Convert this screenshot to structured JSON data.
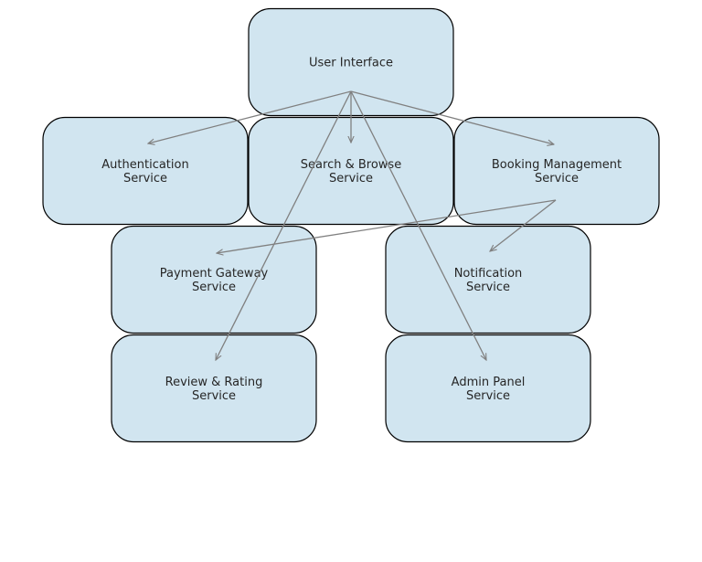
{
  "diagram": {
    "colors": {
      "node_fill": "#d1e5f0",
      "node_border": "#000000",
      "arrow": "#808080",
      "text": "#262626"
    },
    "nodes": [
      {
        "id": "ui",
        "lines": [
          "User Interface"
        ]
      },
      {
        "id": "auth",
        "lines": [
          "Authentication",
          "Service"
        ]
      },
      {
        "id": "search",
        "lines": [
          "Search & Browse",
          "Service"
        ]
      },
      {
        "id": "booking",
        "lines": [
          "Booking Management",
          "Service"
        ]
      },
      {
        "id": "payment",
        "lines": [
          "Payment Gateway",
          "Service"
        ]
      },
      {
        "id": "notification",
        "lines": [
          "Notification",
          "Service"
        ]
      },
      {
        "id": "review",
        "lines": [
          "Review & Rating",
          "Service"
        ]
      },
      {
        "id": "admin",
        "lines": [
          "Admin Panel",
          "Service"
        ]
      }
    ],
    "edges": [
      {
        "from": "ui",
        "to": "auth"
      },
      {
        "from": "ui",
        "to": "search"
      },
      {
        "from": "ui",
        "to": "booking"
      },
      {
        "from": "ui",
        "to": "review"
      },
      {
        "from": "ui",
        "to": "admin"
      },
      {
        "from": "booking",
        "to": "payment"
      },
      {
        "from": "booking",
        "to": "notification"
      }
    ]
  }
}
